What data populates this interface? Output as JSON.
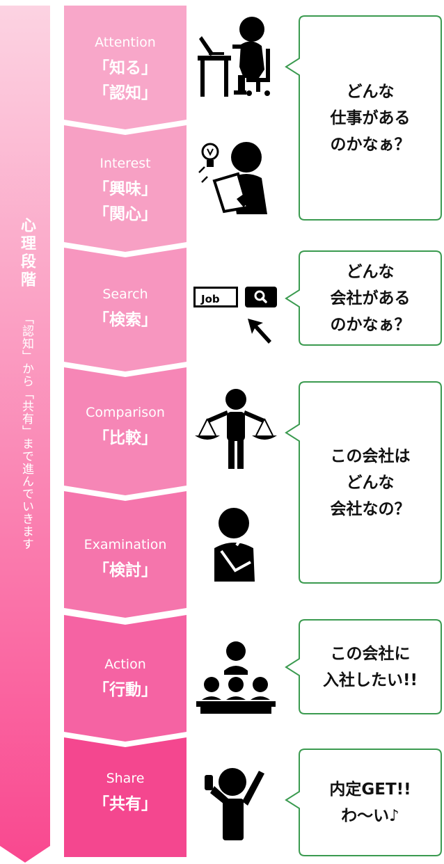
{
  "vertical_title": "心理段階",
  "vertical_subtitle": "「認知」から「共有」まで進んでいきます",
  "stages": [
    {
      "en": "Attention",
      "jp": "「知る」\n「認知」"
    },
    {
      "en": "Interest",
      "jp": "「興味」\n「関心」"
    },
    {
      "en": "Search",
      "jp": "「検索」"
    },
    {
      "en": "Comparison",
      "jp": "「比較」"
    },
    {
      "en": "Examination",
      "jp": "「検討」"
    },
    {
      "en": "Action",
      "jp": "「行動」"
    },
    {
      "en": "Share",
      "jp": "「共有」"
    }
  ],
  "search_box_text": "Job",
  "bubbles": [
    {
      "text": "どんな\n仕事がある\nのかなぁ？"
    },
    {
      "text": "どんな\n会社がある\nのかなぁ？"
    },
    {
      "text": "この会社は\nどんな\n会社なの？"
    },
    {
      "text": "この会社に\n入社したい!!"
    },
    {
      "text": "内定GET!!\nわ〜い♪"
    }
  ],
  "colors": {
    "arrow_top": "#fcd3e2",
    "arrow_bottom": "#f9488f",
    "stage_light": "#f8a7c9",
    "stage_dark": "#f4478f",
    "bubble_border": "#3a9a4f"
  }
}
